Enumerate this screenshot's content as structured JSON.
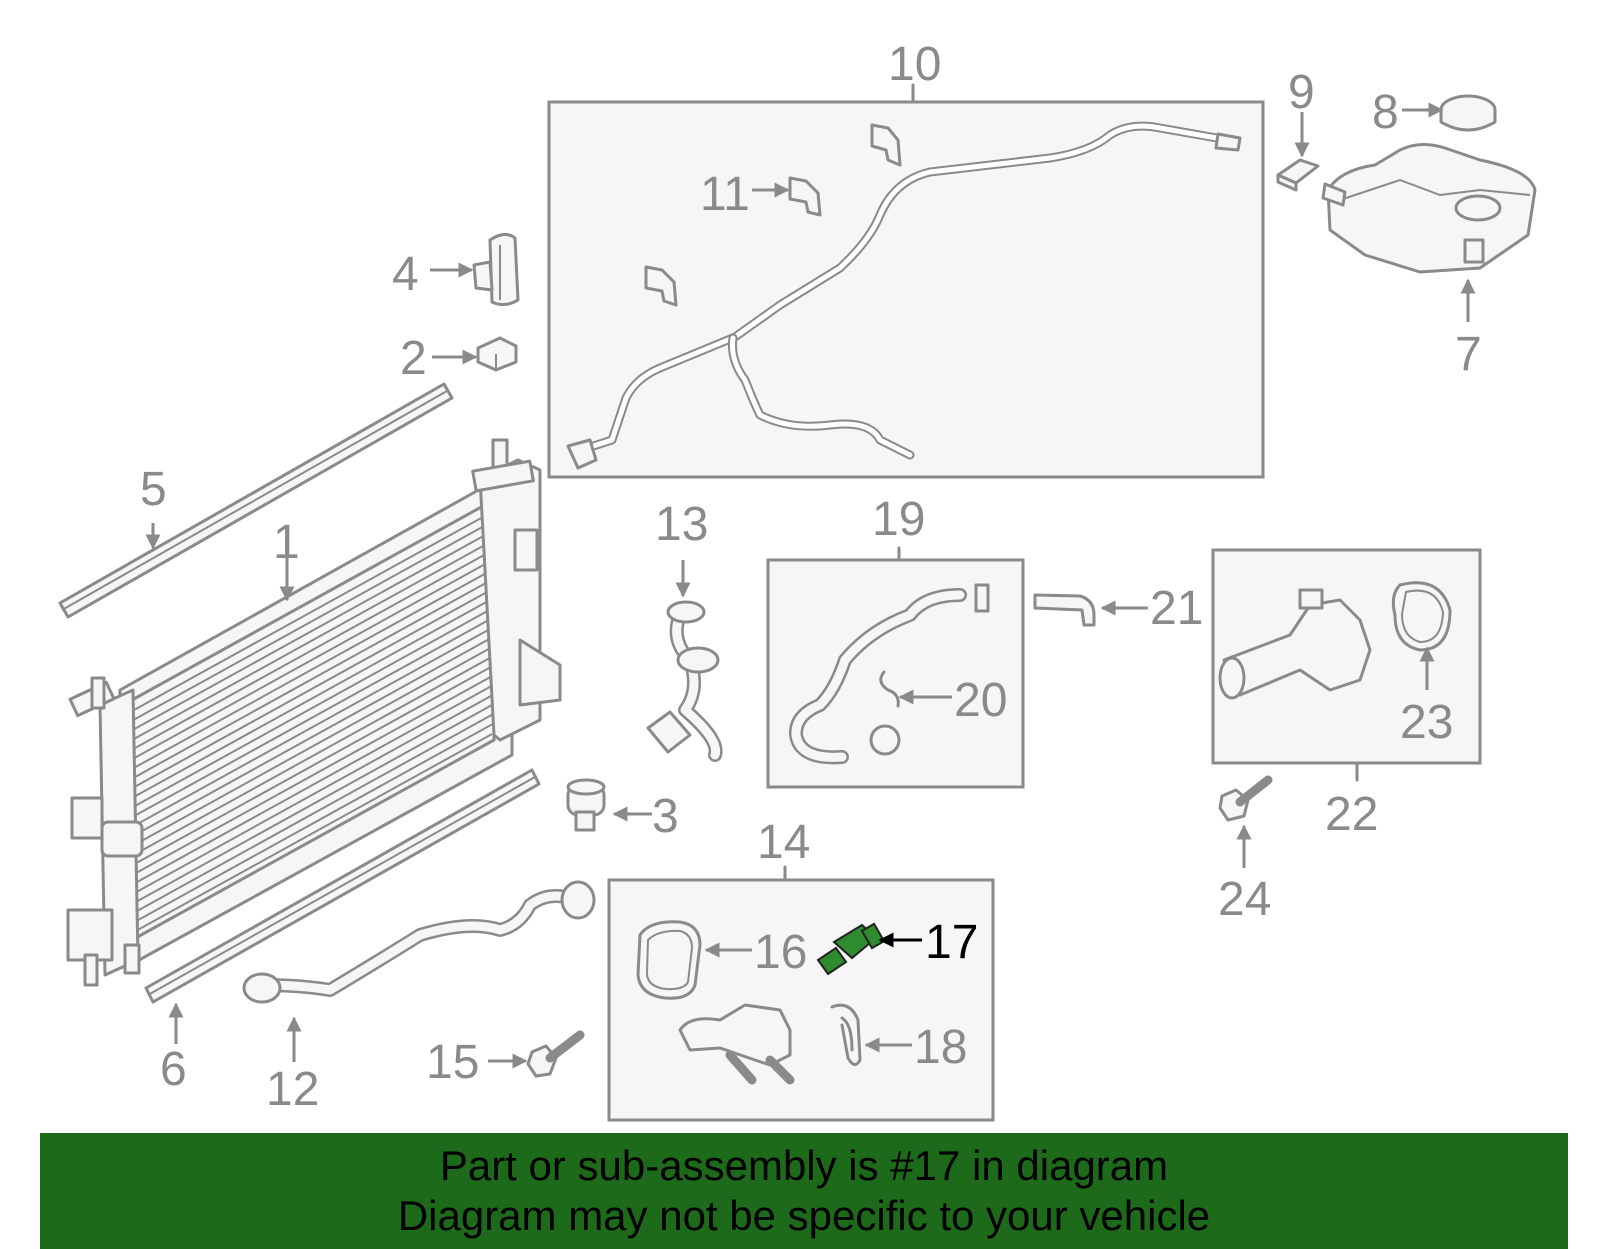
{
  "callouts": {
    "c1": "1",
    "c2": "2",
    "c3": "3",
    "c4": "4",
    "c5": "5",
    "c6": "6",
    "c7": "7",
    "c8": "8",
    "c9": "9",
    "c10": "10",
    "c11": "11",
    "c12": "12",
    "c13": "13",
    "c14": "14",
    "c15": "15",
    "c16": "16",
    "c17": "17",
    "c18": "18",
    "c19": "19",
    "c20": "20",
    "c21": "21",
    "c22": "22",
    "c23": "23",
    "c24": "24"
  },
  "highlight_part": "17",
  "colors": {
    "highlight_part": "#2e8b2e",
    "banner_bg": "#1e6a1b",
    "line_art": "#8a8a8a"
  },
  "banner": {
    "line1": "Part or sub-assembly is #17 in diagram",
    "line2": "Diagram may not be specific to your vehicle"
  }
}
